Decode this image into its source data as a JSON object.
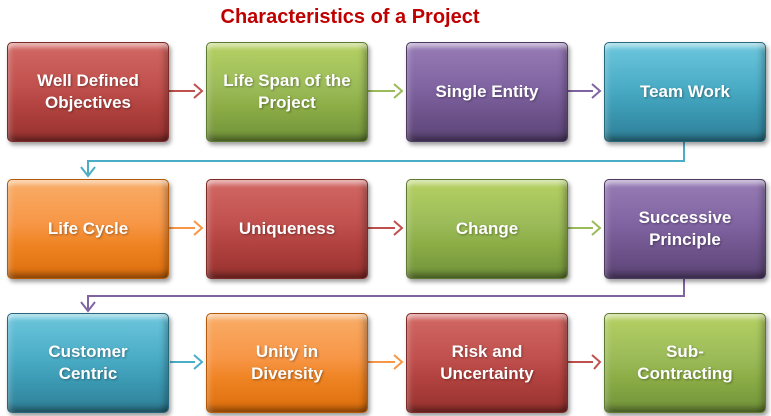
{
  "title": {
    "text": "Characteristics of a Project",
    "color": "#C00000"
  },
  "palette": {
    "red": "#C0504D",
    "green": "#9BBB59",
    "purple": "#8064A2",
    "teal": "#4BACC6",
    "orange": "#F79646"
  },
  "boxes": [
    {
      "id": "well-defined-objectives",
      "label": "Well Defined\nObjectives",
      "color_name": "red",
      "row": 1,
      "col": 1
    },
    {
      "id": "life-span-of-the-project",
      "label": "Life Span of the\nProject",
      "color_name": "green",
      "row": 1,
      "col": 2
    },
    {
      "id": "single-entity",
      "label": "Single Entity",
      "color_name": "purple",
      "row": 1,
      "col": 3
    },
    {
      "id": "team-work",
      "label": "Team Work",
      "color_name": "teal",
      "row": 1,
      "col": 4
    },
    {
      "id": "life-cycle",
      "label": "Life Cycle",
      "color_name": "orange",
      "row": 2,
      "col": 1
    },
    {
      "id": "uniqueness",
      "label": "Uniqueness",
      "color_name": "red",
      "row": 2,
      "col": 2
    },
    {
      "id": "change",
      "label": "Change",
      "color_name": "green",
      "row": 2,
      "col": 3
    },
    {
      "id": "successive-principle",
      "label": "Successive\nPrinciple",
      "color_name": "purple",
      "row": 2,
      "col": 4
    },
    {
      "id": "customer-centric",
      "label": "Customer\nCentric",
      "color_name": "teal",
      "row": 3,
      "col": 1
    },
    {
      "id": "unity-in-diversity",
      "label": "Unity in\nDiversity",
      "color_name": "orange",
      "row": 3,
      "col": 2
    },
    {
      "id": "risk-and-uncertainty",
      "label": "Risk and\nUncertainty",
      "color_name": "red",
      "row": 3,
      "col": 3
    },
    {
      "id": "sub-contracting",
      "label": "Sub-\nContracting",
      "color_name": "green",
      "row": 3,
      "col": 4
    }
  ],
  "connectors": [
    {
      "from": "Well Defined Objectives",
      "to": "Life Span of the Project",
      "color_name": "red",
      "shape": "straight-right"
    },
    {
      "from": "Life Span of the Project",
      "to": "Single Entity",
      "color_name": "green",
      "shape": "straight-right"
    },
    {
      "from": "Single Entity",
      "to": "Team Work",
      "color_name": "purple",
      "shape": "straight-right"
    },
    {
      "from": "Team Work",
      "to": "Life Cycle",
      "color_name": "teal",
      "shape": "wrap-down-left-down"
    },
    {
      "from": "Life Cycle",
      "to": "Uniqueness",
      "color_name": "orange",
      "shape": "straight-right"
    },
    {
      "from": "Uniqueness",
      "to": "Change",
      "color_name": "red",
      "shape": "straight-right"
    },
    {
      "from": "Change",
      "to": "Successive Principle",
      "color_name": "green",
      "shape": "straight-right"
    },
    {
      "from": "Successive Principle",
      "to": "Customer Centric",
      "color_name": "purple",
      "shape": "wrap-down-left-down"
    },
    {
      "from": "Customer Centric",
      "to": "Unity in Diversity",
      "color_name": "teal",
      "shape": "straight-right"
    },
    {
      "from": "Unity in Diversity",
      "to": "Risk and Uncertainty",
      "color_name": "orange",
      "shape": "straight-right"
    },
    {
      "from": "Risk and Uncertainty",
      "to": "Sub-Contracting",
      "color_name": "red",
      "shape": "straight-right"
    }
  ]
}
